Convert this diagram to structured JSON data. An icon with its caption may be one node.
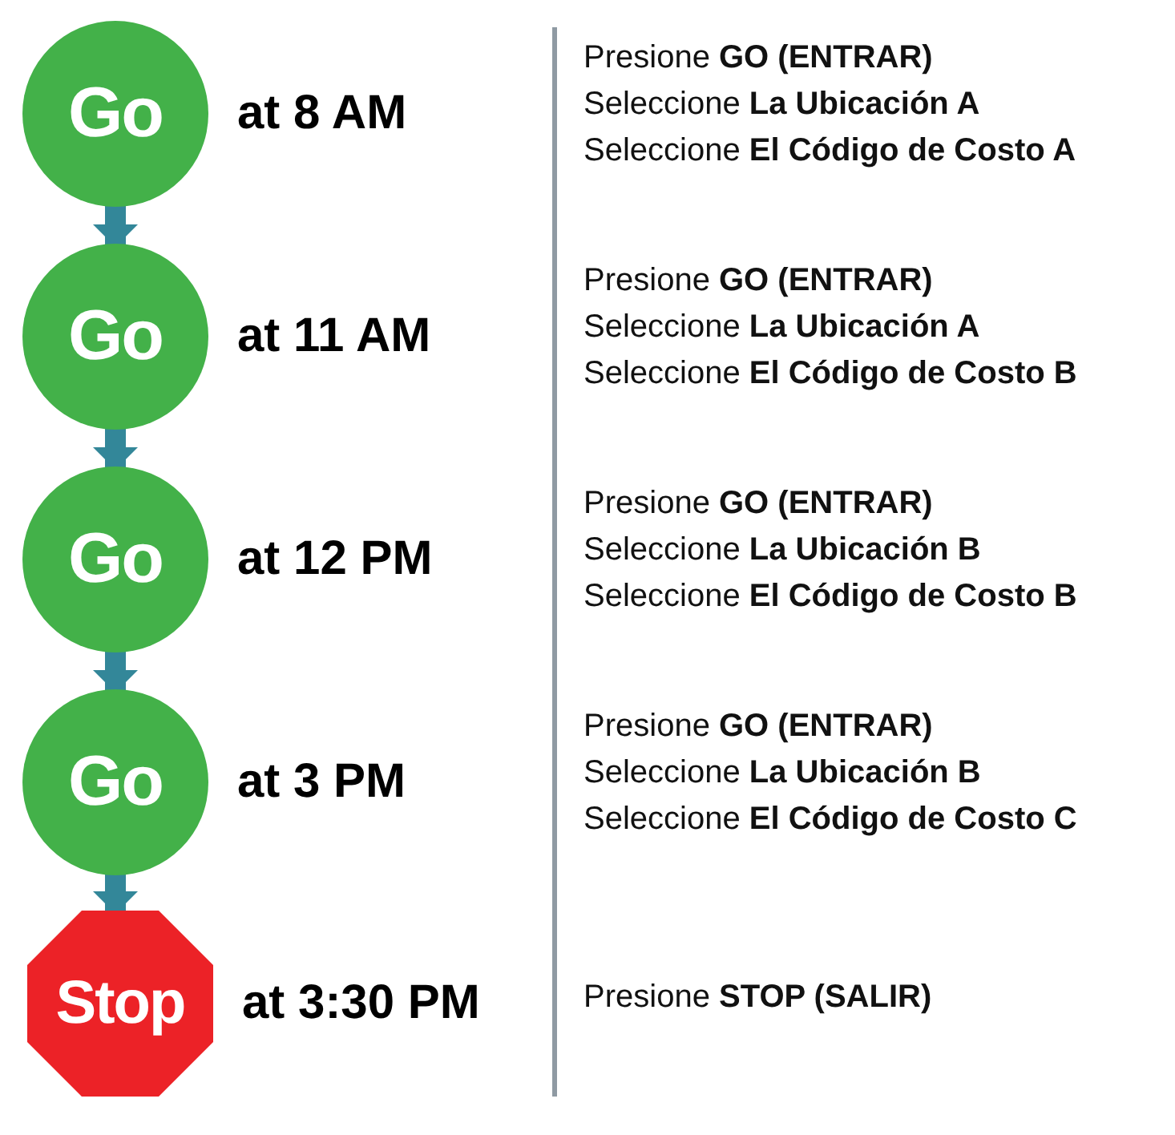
{
  "diagram": {
    "nodes": [
      {
        "text": [
          "Go"
        ],
        "beside": [
          "at 8 AM"
        ]
      },
      {
        "text": [
          "Go"
        ],
        "beside": [
          "at 11 AM"
        ]
      },
      {
        "text": [
          "Go"
        ],
        "beside": [
          "at 12 PM"
        ]
      },
      {
        "text": [
          "Go"
        ],
        "beside": [
          "at 3 PM"
        ]
      },
      {
        "text": [
          "Stop"
        ],
        "beside": [
          "at 3:30 PM"
        ]
      }
    ],
    "edges": [
      {
        "from": 0,
        "to": 1,
        "arrow": "to"
      },
      {
        "from": 1,
        "to": 2,
        "arrow": "to"
      },
      {
        "from": 2,
        "to": 3,
        "arrow": "to"
      },
      {
        "from": 3,
        "to": 4,
        "arrow": "to"
      }
    ],
    "labels": [
      "Presione **GO (ENTRAR)**",
      "Seleccione **La Ubicación A**",
      "Seleccione **El Código de Costo A**",
      "Presione **GO (ENTRAR)**",
      "Seleccione **La Ubicación A**",
      "Seleccione **El Código de Costo B**",
      "Presione **GO (ENTRAR)**",
      "Seleccione **La Ubicación B**",
      "Seleccione **El Código de Costo B**",
      "Presione **GO (ENTRAR)**",
      "Seleccione **La Ubicación B**",
      "Seleccione **El Código de Costo C**",
      "Presione **STOP (SALIR)**"
    ]
  }
}
